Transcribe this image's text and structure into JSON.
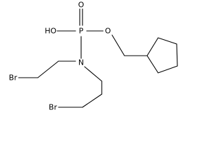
{
  "molecule": {
    "atoms": {
      "oxygen_double": "O",
      "hydroxyl": "HO",
      "phosphorus": "P",
      "oxygen_ester": "O",
      "nitrogen": "N",
      "bromine_upper": "Br",
      "bromine_lower": "Br"
    }
  }
}
